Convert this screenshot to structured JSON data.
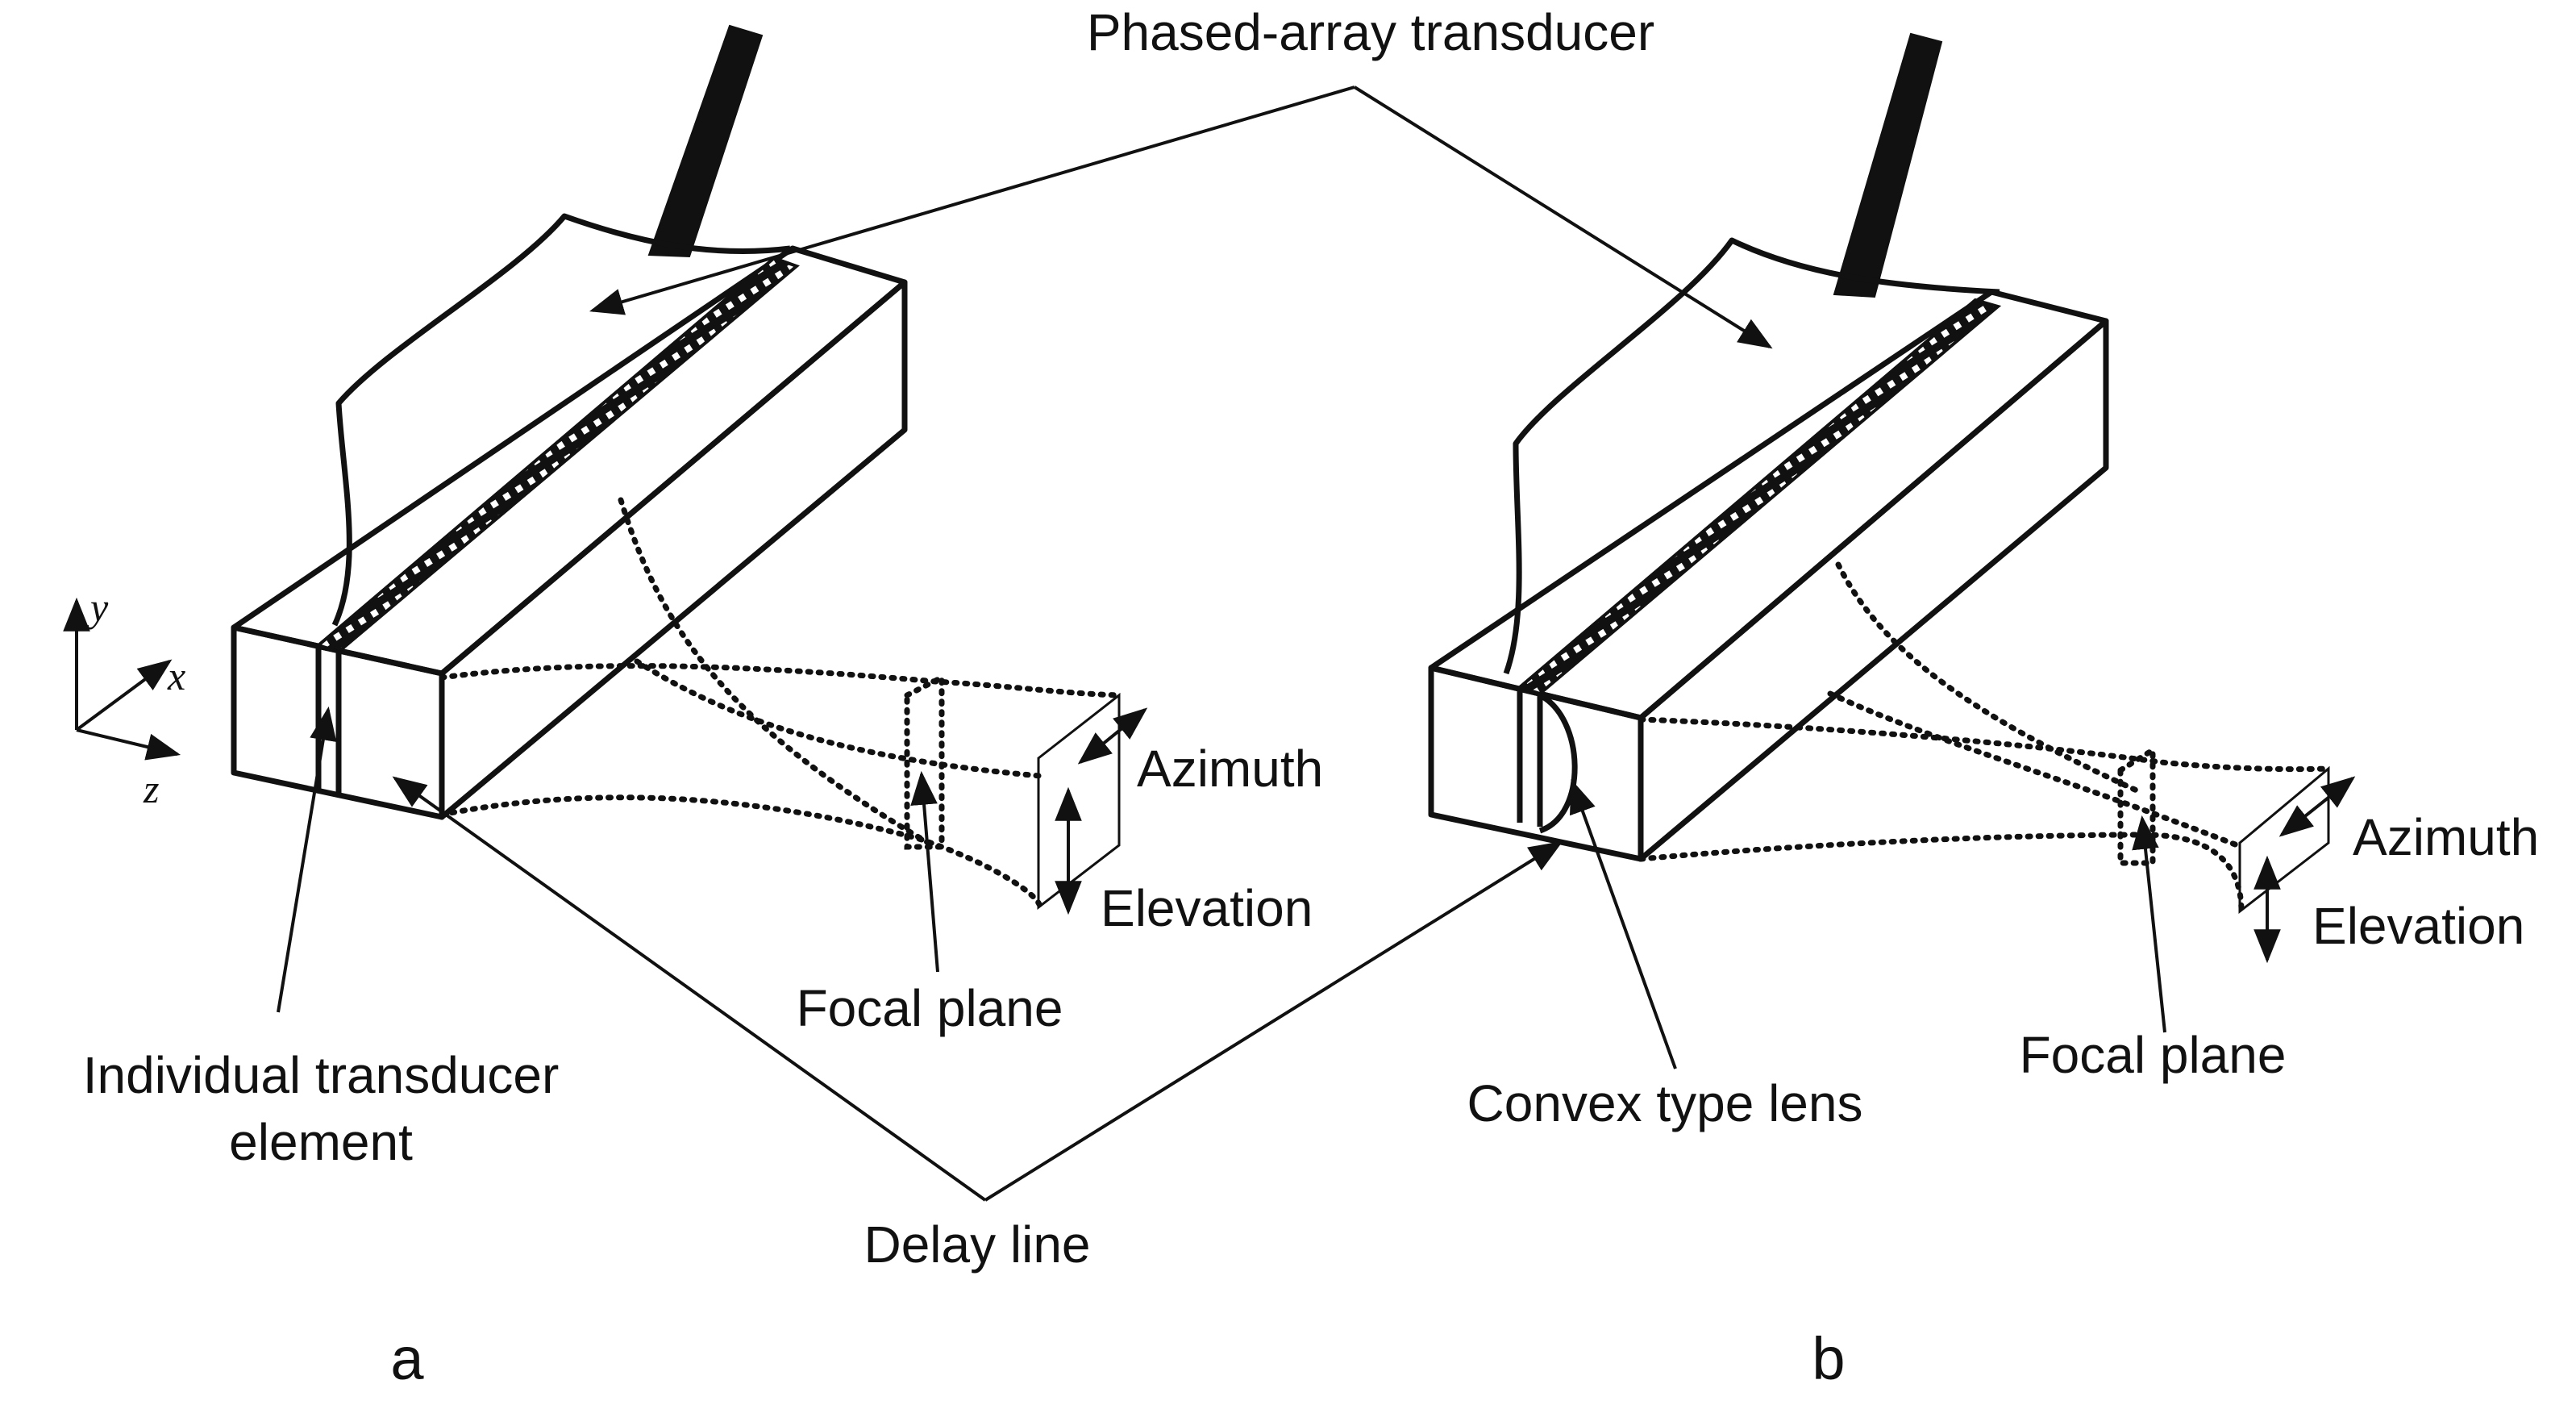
{
  "labels": {
    "phased_array_transducer": "Phased-array transducer",
    "individual_element_line1": "Individual transducer",
    "individual_element_line2": "element",
    "delay_line": "Delay line",
    "convex_lens": "Convex type lens",
    "focal_plane_a": "Focal plane",
    "focal_plane_b": "Focal plane",
    "azimuth_a": "Azimuth",
    "elevation_a": "Elevation",
    "azimuth_b": "Azimuth",
    "elevation_b": "Elevation"
  },
  "axes": {
    "x": "x",
    "y": "y",
    "z": "z"
  },
  "panels": {
    "a": "a",
    "b": "b"
  }
}
